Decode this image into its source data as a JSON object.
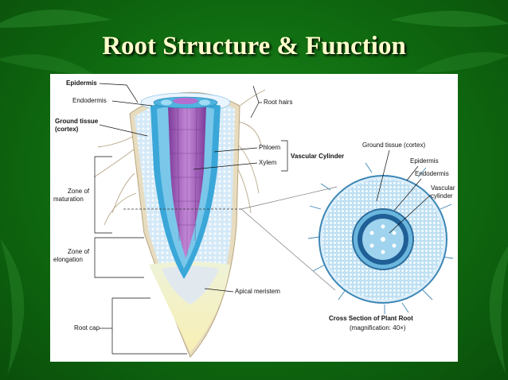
{
  "slide": {
    "title": "Root Structure & Function",
    "background_color": "#167c16",
    "title_color": "#ffffcc"
  },
  "diagram": {
    "root_labels": {
      "epidermis": "Epidermis",
      "endodermis": "Endodermis",
      "ground_tissue_line1": "Ground tissue",
      "ground_tissue_line2": "(cortex)",
      "root_hairs": "Root hairs",
      "phloem": "Phloem",
      "xylem": "Xylem",
      "vascular_cylinder": "Vascular Cylinder",
      "zone_maturation_line1": "Zone of",
      "zone_maturation_line2": "maturation",
      "zone_elongation_line1": "Zone of",
      "zone_elongation_line2": "elongation",
      "apical_meristem": "Apical meristem",
      "root_cap": "Root cap"
    },
    "cross_section_labels": {
      "ground_tissue": "Ground tissue (cortex)",
      "epidermis": "Epidermis",
      "endodermis": "Endodermis",
      "vascular_line1": "Vascular",
      "vascular_line2": "cylinder",
      "caption_line1": "Cross Section of Plant Root",
      "caption_line2": "(magnification: 40×)"
    },
    "colors": {
      "cortex": "#cfe6f6",
      "vascular": "#3aa7d8",
      "xylem": "#9a55b3",
      "root_cap": "#f6f0bf",
      "epidermis": "#e8dcc0"
    }
  }
}
